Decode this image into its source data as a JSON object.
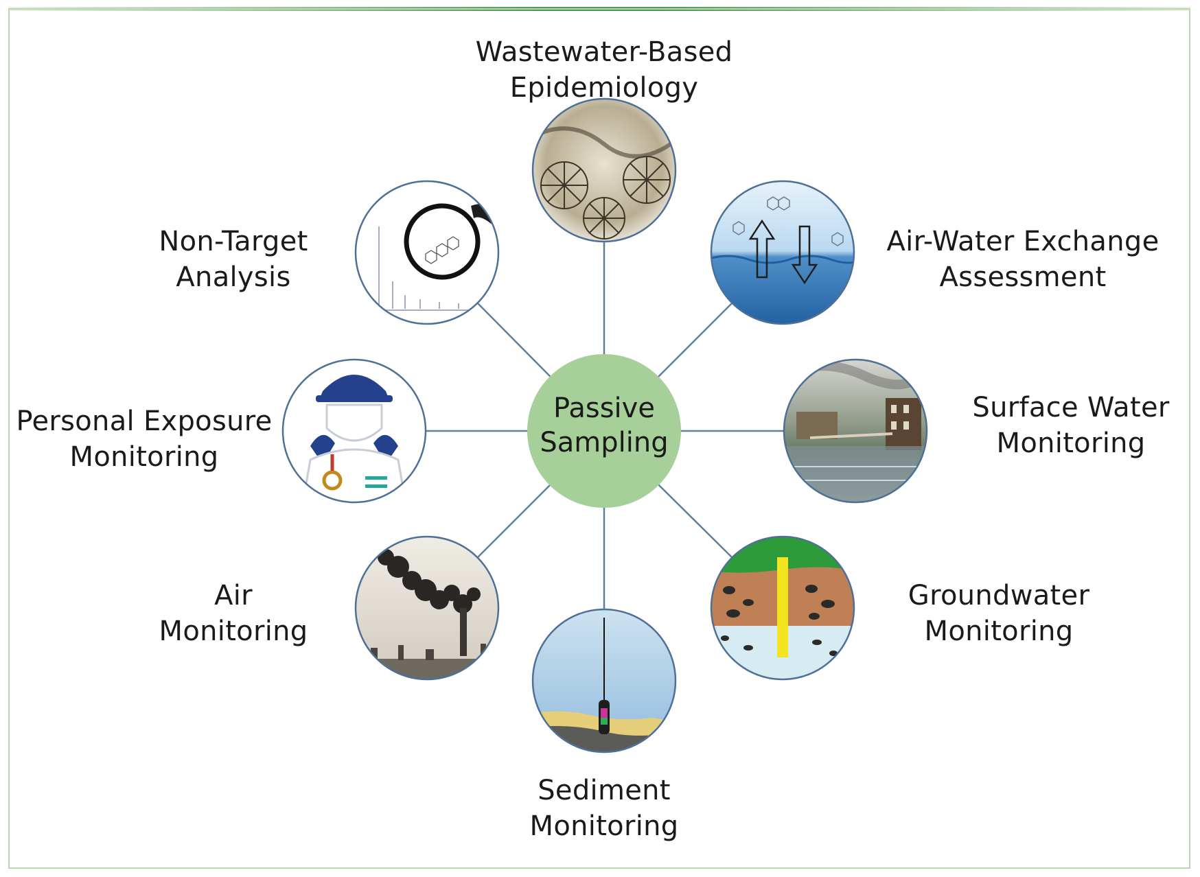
{
  "center": {
    "line1": "Passive",
    "line2": "Sampling",
    "fill": "#a6cf99"
  },
  "applications": [
    {
      "id": "wastewater",
      "line1": "Wastewater-Based",
      "line2": "Epidemiology",
      "icon": "wastewater-treatment-icon"
    },
    {
      "id": "air-water",
      "line1": "Air-Water Exchange",
      "line2": "Assessment",
      "icon": "air-water-exchange-icon"
    },
    {
      "id": "surface-water",
      "line1": "Surface Water",
      "line2": "Monitoring",
      "icon": "river-icon"
    },
    {
      "id": "groundwater",
      "line1": "Groundwater",
      "line2": "Monitoring",
      "icon": "soil-well-icon"
    },
    {
      "id": "sediment",
      "line1": "Sediment",
      "line2": "Monitoring",
      "icon": "sediment-sampler-icon"
    },
    {
      "id": "air",
      "line1": "Air",
      "line2": "Monitoring",
      "icon": "smokestack-icon"
    },
    {
      "id": "personal",
      "line1": "Personal Exposure",
      "line2": "Monitoring",
      "icon": "worker-icon"
    },
    {
      "id": "non-target",
      "line1": "Non-Target",
      "line2": "Analysis",
      "icon": "mass-spectrum-icon"
    }
  ],
  "colors": {
    "connector": "#5e7f99",
    "circle_border": "#4e6f96",
    "frame": "#b9d3b3"
  }
}
